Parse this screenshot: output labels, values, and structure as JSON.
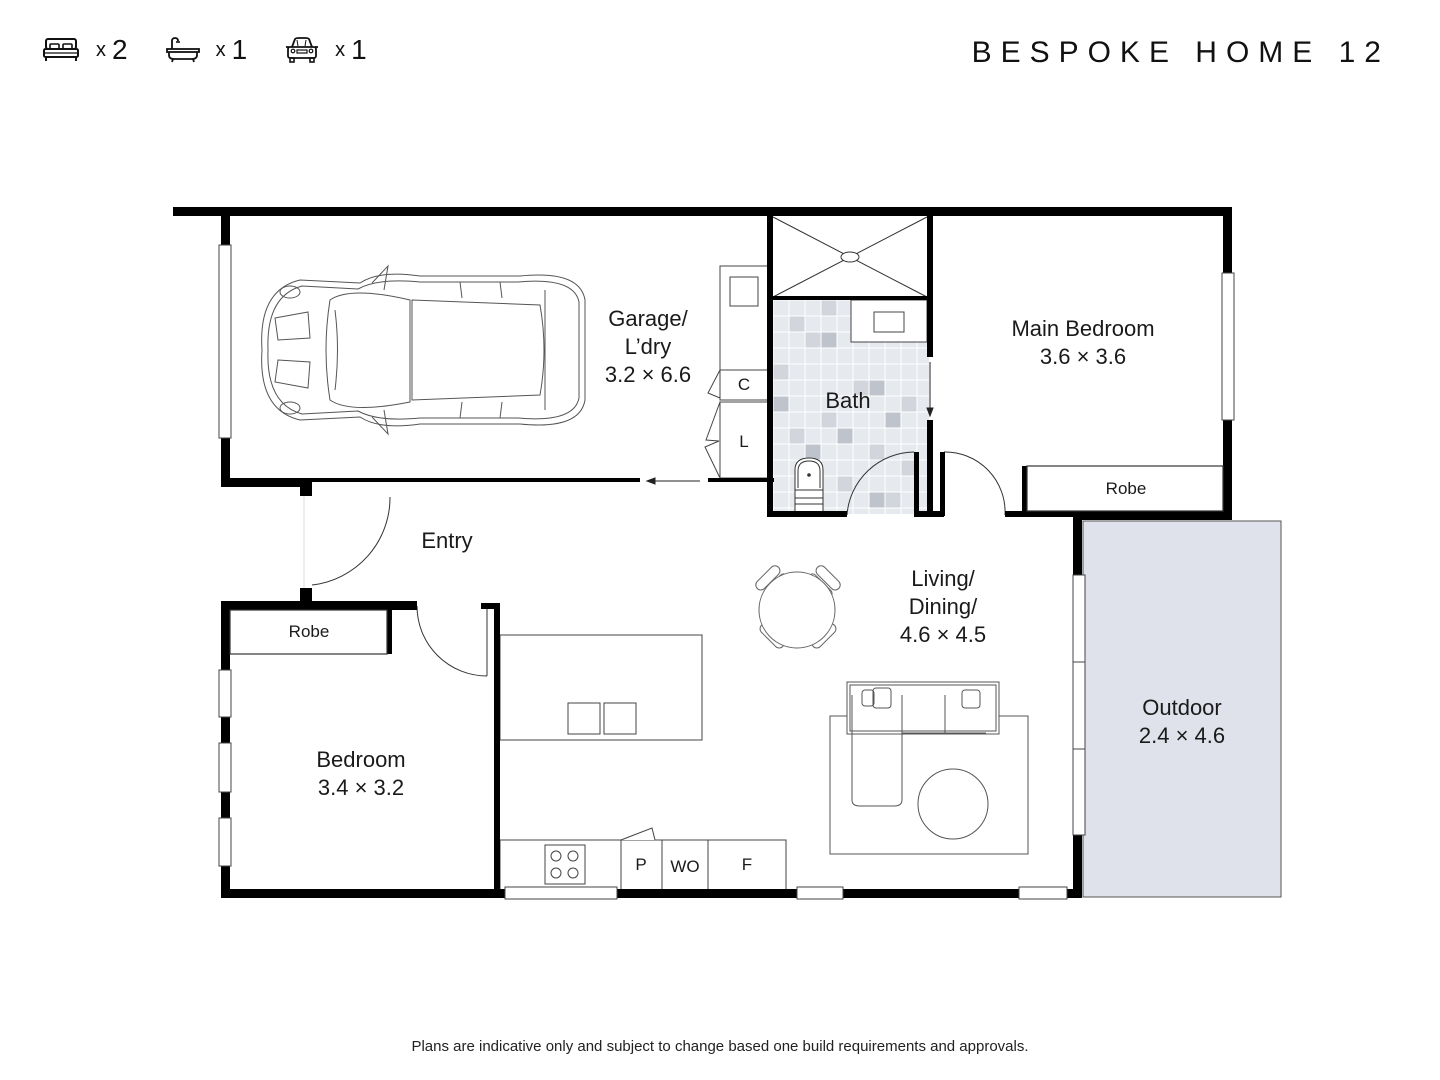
{
  "header": {
    "title": "BESPOKE HOME 12",
    "features": [
      {
        "icon": "bed-icon",
        "prefix": "x",
        "count": "2"
      },
      {
        "icon": "bath-icon",
        "prefix": "x",
        "count": "1"
      },
      {
        "icon": "car-icon",
        "prefix": "x",
        "count": "1"
      }
    ]
  },
  "rooms": {
    "garage": {
      "name_line1": "Garage/",
      "name_line2": "L’dry",
      "dims": "3.2 × 6.6"
    },
    "bath": {
      "name": "Bath"
    },
    "main_bedroom": {
      "name": "Main Bedroom",
      "dims": "3.6 × 3.6"
    },
    "entry": {
      "name": "Entry"
    },
    "living": {
      "name_line1": "Living/",
      "name_line2": "Dining/",
      "dims": "4.6 × 4.5"
    },
    "bedroom": {
      "name": "Bedroom",
      "dims": "3.4 × 3.2"
    },
    "outdoor": {
      "name": "Outdoor",
      "dims": "2.4 × 4.6"
    }
  },
  "fixtures": {
    "cupboard": "C",
    "laundry": "L",
    "main_robe": "Robe",
    "bedroom_robe": "Robe",
    "pantry": "P",
    "wall_oven": "WO",
    "fridge": "F"
  },
  "colors": {
    "wall": "#000000",
    "outdoor_fill": "#dfe2ea",
    "tile_light": "#eef0f4",
    "tile_mid": "#dde0e6",
    "tile_dark": "#c4c8d0"
  },
  "footer": {
    "disclaimer": "Plans are indicative only and subject to change based one build requirements and approvals."
  }
}
